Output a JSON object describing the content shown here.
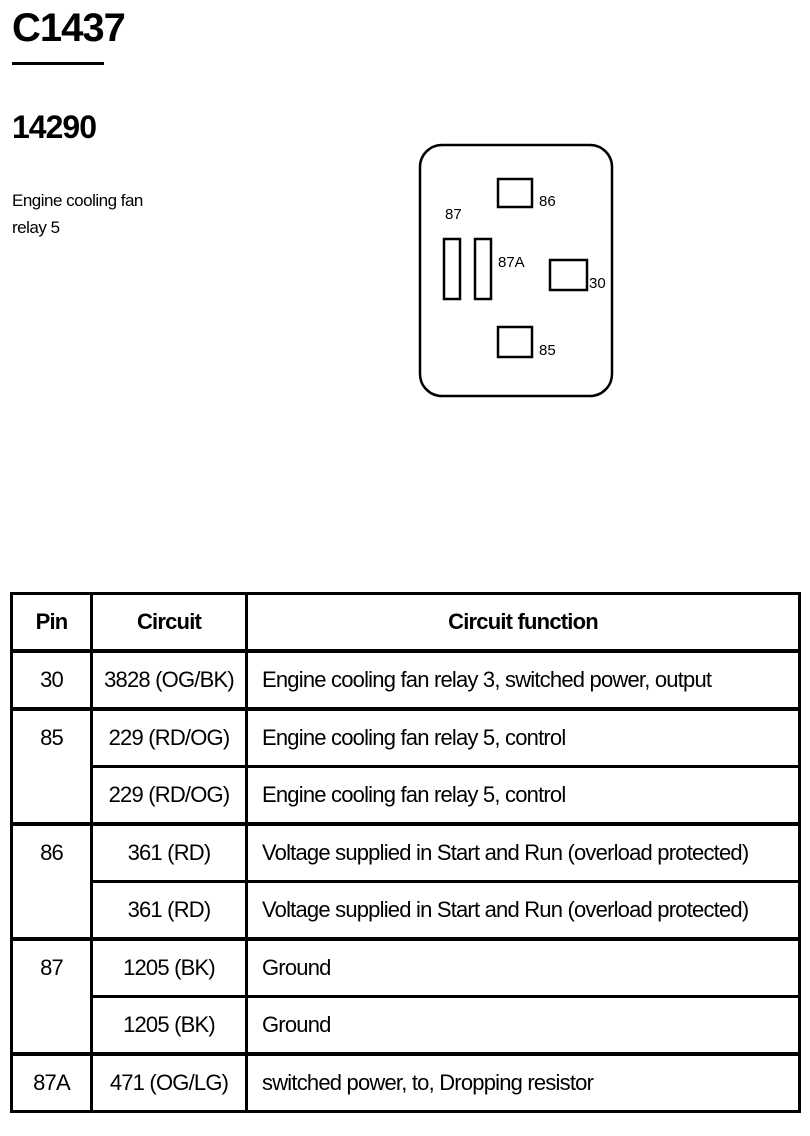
{
  "connector": {
    "id": "C1437",
    "part_number": "14290",
    "description_line1": "Engine cooling fan",
    "description_line2": "relay 5"
  },
  "diagram": {
    "pins": [
      {
        "label": "86"
      },
      {
        "label": "87"
      },
      {
        "label": "87A"
      },
      {
        "label": "30"
      },
      {
        "label": "85"
      }
    ]
  },
  "table": {
    "headers": {
      "pin": "Pin",
      "circuit": "Circuit",
      "function": "Circuit function"
    },
    "rows": [
      {
        "pin": "30",
        "circuit": "3828 (OG/BK)",
        "function": "Engine cooling fan relay 3, switched power, output"
      },
      {
        "pin": "85",
        "circuit": "229 (RD/OG)",
        "function": "Engine cooling fan relay 5, control"
      },
      {
        "pin": "",
        "circuit": "229 (RD/OG)",
        "function": "Engine cooling fan relay 5, control"
      },
      {
        "pin": "86",
        "circuit": "361 (RD)",
        "function": "Voltage supplied in Start and Run (overload protected)"
      },
      {
        "pin": "",
        "circuit": "361 (RD)",
        "function": "Voltage supplied in Start and Run (overload protected)"
      },
      {
        "pin": "87",
        "circuit": "1205 (BK)",
        "function": "Ground"
      },
      {
        "pin": "",
        "circuit": "1205 (BK)",
        "function": "Ground"
      },
      {
        "pin": "87A",
        "circuit": "471 (OG/LG)",
        "function": "switched power, to, Dropping resistor"
      }
    ]
  }
}
